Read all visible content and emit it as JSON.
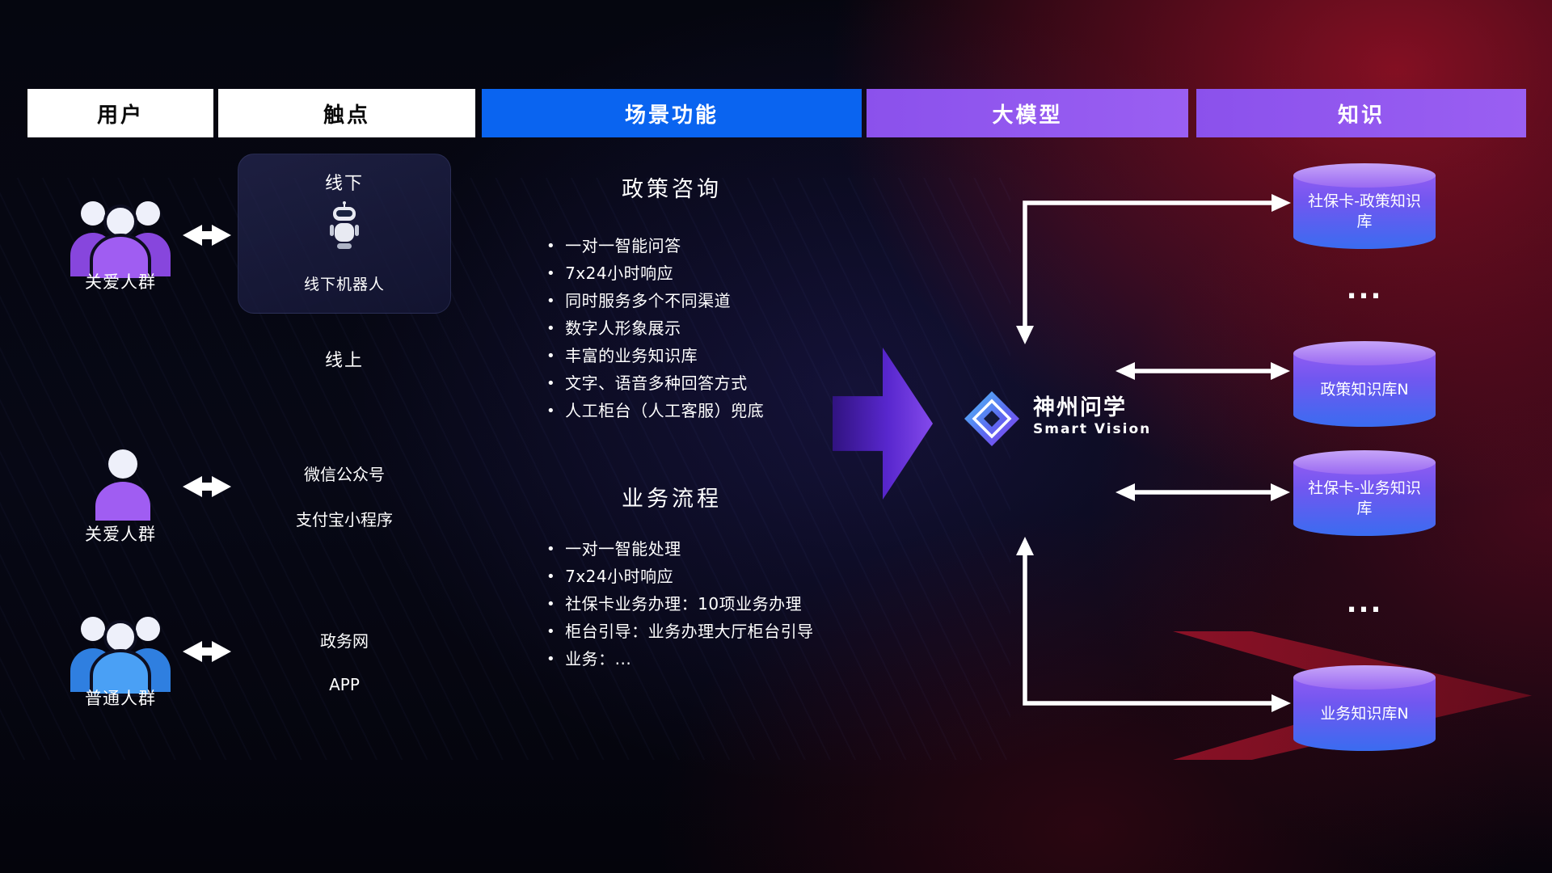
{
  "headers": [
    {
      "label": "用户"
    },
    {
      "label": "触点"
    },
    {
      "label": "场景功能"
    },
    {
      "label": "大模型"
    },
    {
      "label": "知识"
    }
  ],
  "users": [
    {
      "label": "关爱人群"
    },
    {
      "label": "关爱人群"
    },
    {
      "label": "普通人群"
    }
  ],
  "touchpoints": {
    "offline_title": "线下",
    "offline_robot": "线下机器人",
    "online_title": "线上",
    "wechat": "微信公众号",
    "alipay": "支付宝小程序",
    "gov": "政务网",
    "app": "APP"
  },
  "scenario_policy": {
    "title": "政策咨询",
    "items": [
      "一对一智能问答",
      "7x24小时响应",
      "同时服务多个不同渠道",
      "数字人形象展示",
      "丰富的业务知识库",
      "文字、语音多种回答方式",
      "人工柜台（人工客服）兜底"
    ]
  },
  "scenario_business": {
    "title": "业务流程",
    "items": [
      "一对一智能处理",
      "7x24小时响应",
      "社保卡业务办理：10项业务办理",
      "柜台引导：业务办理大厅柜台引导",
      "业务：..."
    ]
  },
  "model": {
    "name": "神州问学",
    "subtitle": "Smart Vision"
  },
  "knowledge": {
    "db1": "社保卡-政策知识库",
    "ellipsis1": "...",
    "db2": "政策知识库N",
    "db3": "社保卡-业务知识库",
    "ellipsis2": "...",
    "db4": "业务知识库N"
  },
  "colors": {
    "header_blue": "#0a64f0",
    "header_purple": "#8b51ec",
    "accent_purple": "#a05df2",
    "accent_blue": "#4aa0f5",
    "cylinder_top": "#c6a4f8",
    "cylinder_bottom": "#3a6cf0",
    "arrow_white": "#ffffff",
    "red_accent": "#9a1329"
  }
}
